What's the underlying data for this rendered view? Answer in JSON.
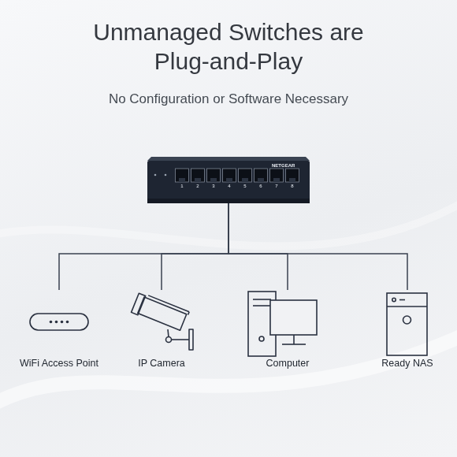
{
  "diagram": {
    "title": "Unmanaged Switches are Plug-and-Play",
    "nodes": [
      {
        "text": [
          "NETGEAR",
          "1",
          "2",
          "3",
          "4",
          "5",
          "6",
          "7",
          "8"
        ]
      },
      {
        "text": [
          "WiFi Access Point"
        ]
      },
      {
        "text": [
          "IP Camera"
        ]
      },
      {
        "text": [
          "Computer"
        ]
      },
      {
        "text": [
          "Ready NAS"
        ]
      }
    ],
    "edges": [
      {
        "from": 0,
        "to": 1,
        "arrow": "none"
      },
      {
        "from": 0,
        "to": 2,
        "arrow": "none"
      },
      {
        "from": 0,
        "to": 3,
        "arrow": "none"
      },
      {
        "from": 0,
        "to": 4,
        "arrow": "none"
      }
    ],
    "labels": [
      "No Configuration or Software Necessary"
    ]
  }
}
